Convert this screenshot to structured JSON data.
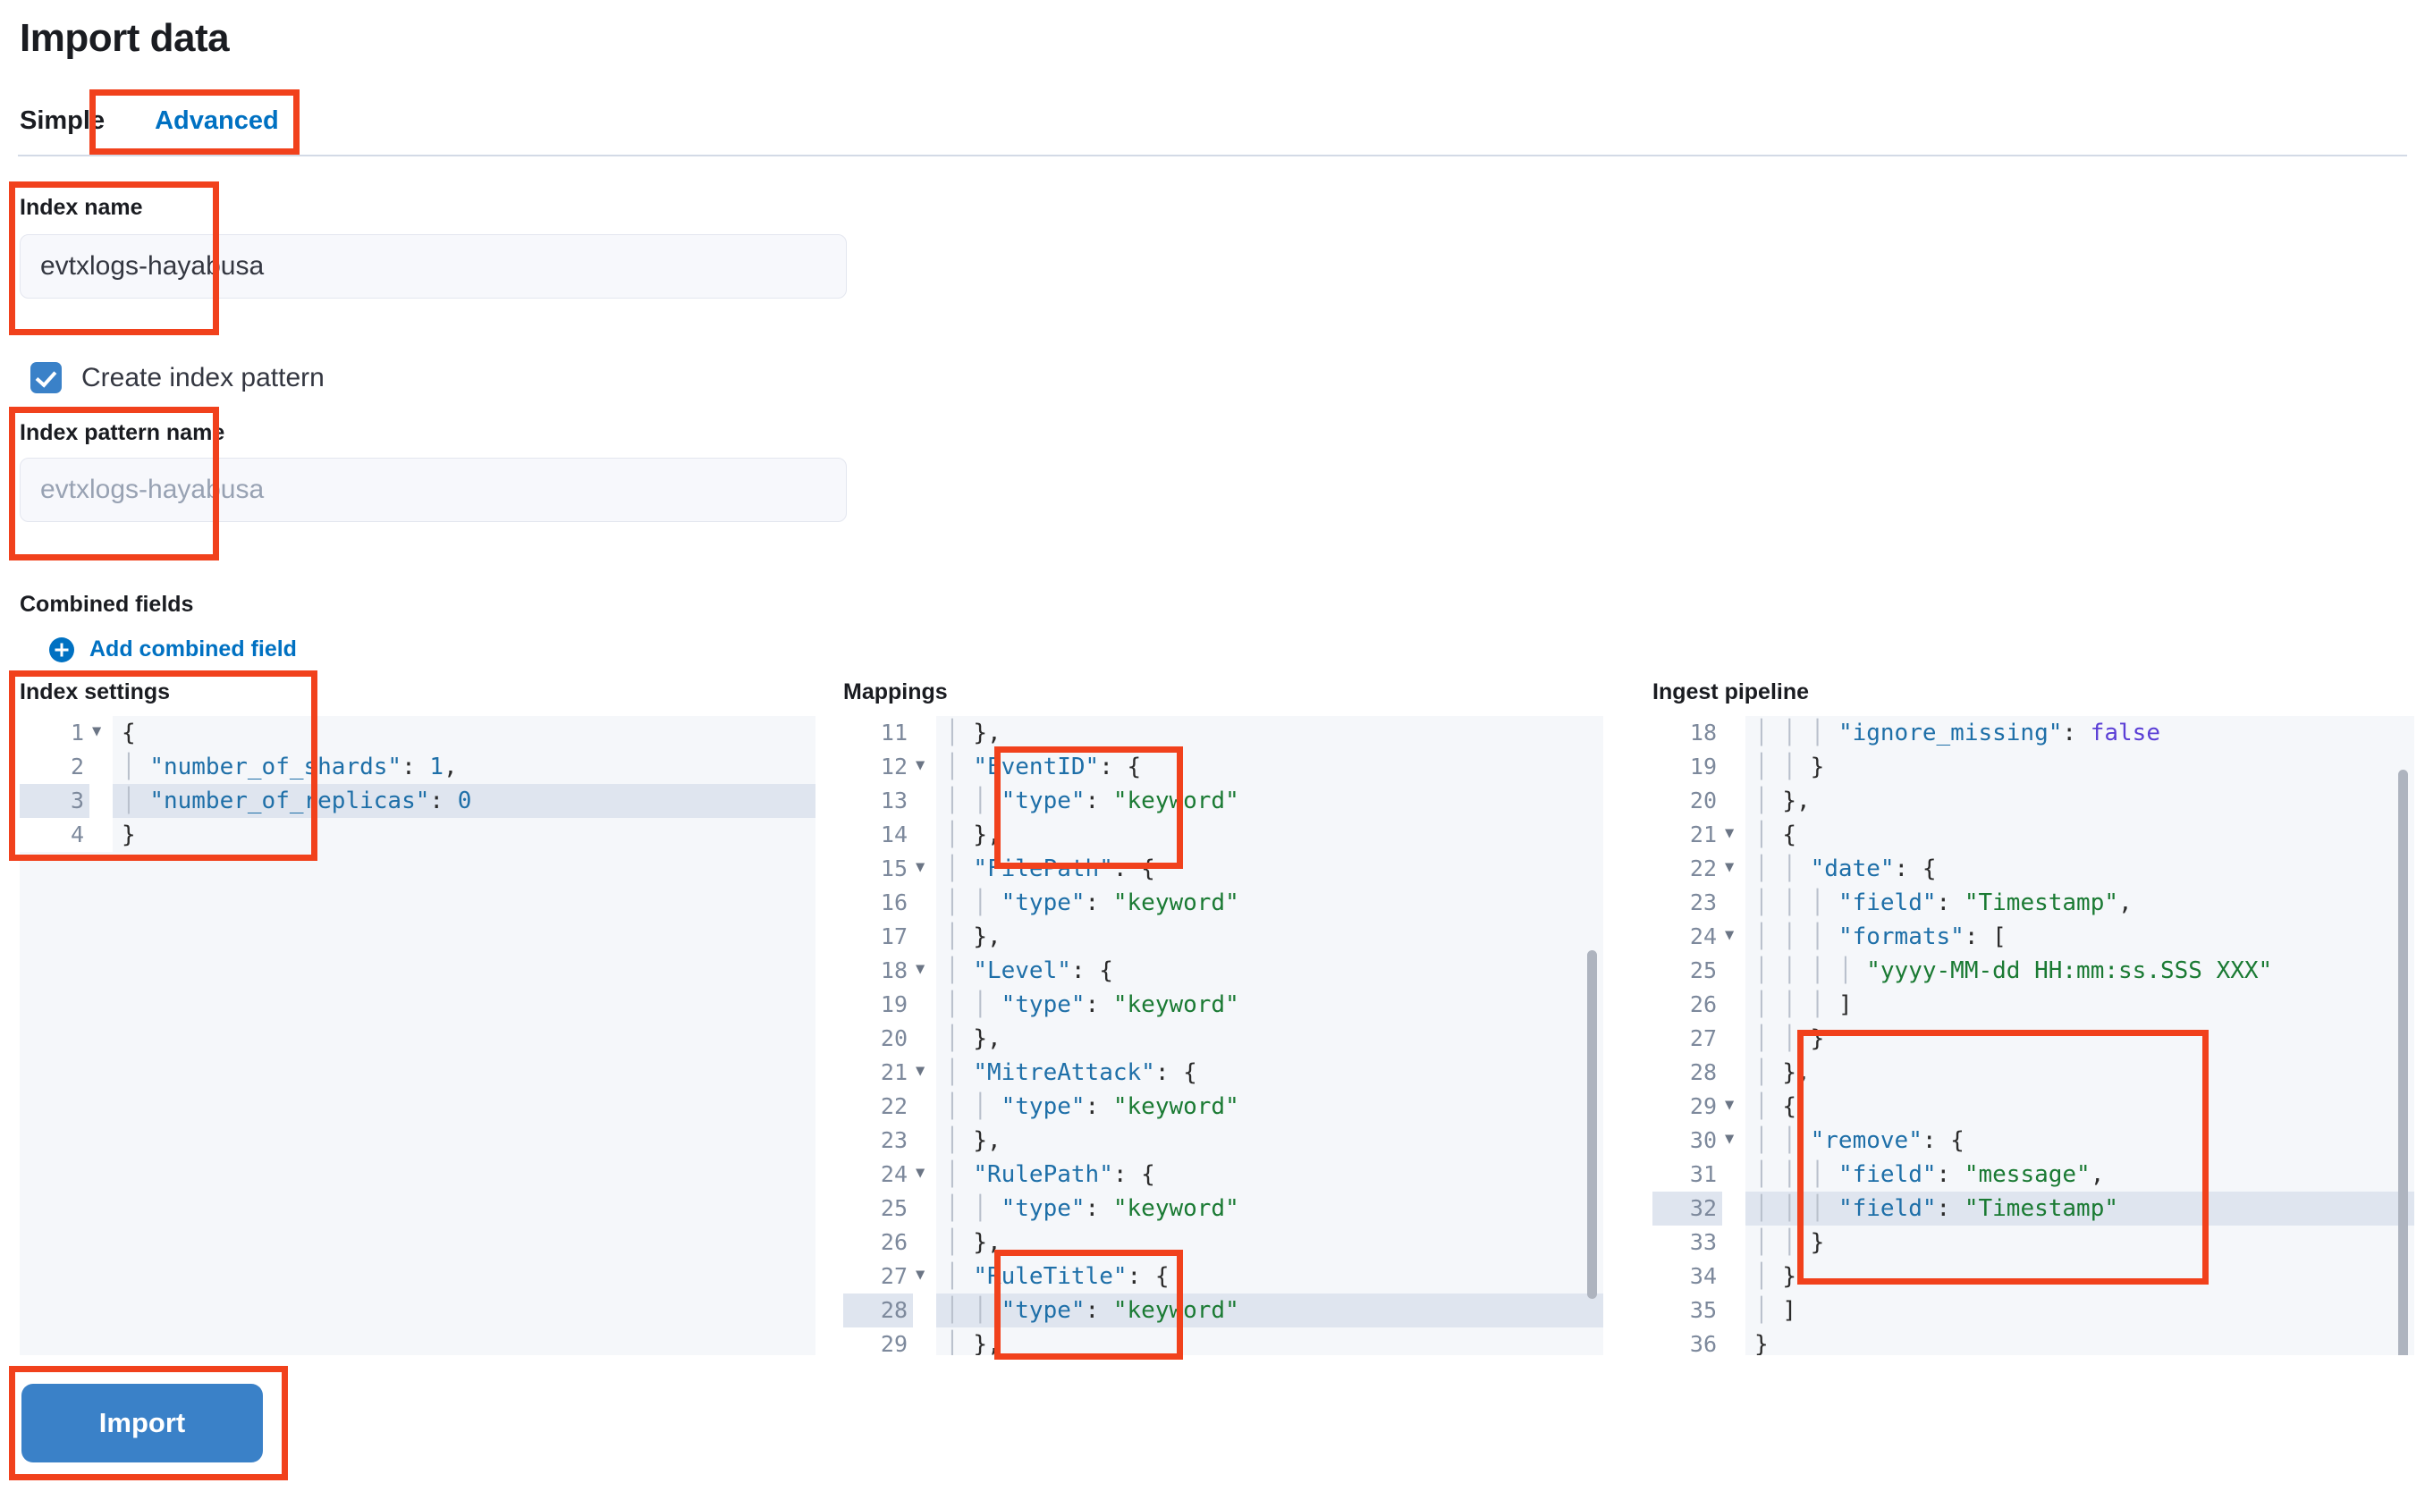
{
  "page": {
    "title": "Import data"
  },
  "tabs": [
    {
      "label": "Simple",
      "active": false
    },
    {
      "label": "Advanced",
      "active": true
    }
  ],
  "form": {
    "index_name": {
      "label": "Index name",
      "value": "evtxlogs-hayabusa"
    },
    "create_index_pattern": {
      "label": "Create index pattern",
      "checked": true
    },
    "index_pattern_name": {
      "label": "Index pattern name",
      "placeholder": "evtxlogs-hayabusa"
    },
    "combined_fields": {
      "label": "Combined fields",
      "add_link": "Add combined field",
      "add_icon": "plus-circle-icon"
    },
    "import_button": "Import"
  },
  "editors": {
    "index_settings": {
      "title": "Index settings",
      "first_line": 1,
      "highlight_line": 3,
      "lines": [
        {
          "n": 1,
          "fold": true,
          "text": "{"
        },
        {
          "n": 2,
          "fold": false,
          "text": "  \"number_of_shards\": 1,"
        },
        {
          "n": 3,
          "fold": false,
          "text": "  \"number_of_replicas\": 0"
        },
        {
          "n": 4,
          "fold": false,
          "text": "}"
        }
      ]
    },
    "mappings": {
      "title": "Mappings",
      "first_line": 11,
      "highlight_line": 28,
      "lines": [
        {
          "n": 11,
          "fold": false,
          "text": "  },"
        },
        {
          "n": 12,
          "fold": true,
          "text": "  \"EventID\": {"
        },
        {
          "n": 13,
          "fold": false,
          "text": "    \"type\": \"keyword\""
        },
        {
          "n": 14,
          "fold": false,
          "text": "  },"
        },
        {
          "n": 15,
          "fold": true,
          "text": "  \"FilePath\": {"
        },
        {
          "n": 16,
          "fold": false,
          "text": "    \"type\": \"keyword\""
        },
        {
          "n": 17,
          "fold": false,
          "text": "  },"
        },
        {
          "n": 18,
          "fold": true,
          "text": "  \"Level\": {"
        },
        {
          "n": 19,
          "fold": false,
          "text": "    \"type\": \"keyword\""
        },
        {
          "n": 20,
          "fold": false,
          "text": "  },"
        },
        {
          "n": 21,
          "fold": true,
          "text": "  \"MitreAttack\": {"
        },
        {
          "n": 22,
          "fold": false,
          "text": "    \"type\": \"keyword\""
        },
        {
          "n": 23,
          "fold": false,
          "text": "  },"
        },
        {
          "n": 24,
          "fold": true,
          "text": "  \"RulePath\": {"
        },
        {
          "n": 25,
          "fold": false,
          "text": "    \"type\": \"keyword\""
        },
        {
          "n": 26,
          "fold": false,
          "text": "  },"
        },
        {
          "n": 27,
          "fold": true,
          "text": "  \"RuleTitle\": {"
        },
        {
          "n": 28,
          "fold": false,
          "text": "    \"type\": \"keyword\""
        },
        {
          "n": 29,
          "fold": false,
          "text": "  },"
        }
      ]
    },
    "ingest_pipeline": {
      "title": "Ingest pipeline",
      "first_line": 18,
      "highlight_line": 32,
      "lines": [
        {
          "n": 18,
          "fold": false,
          "text": "      \"ignore_missing\": false"
        },
        {
          "n": 19,
          "fold": false,
          "text": "    }"
        },
        {
          "n": 20,
          "fold": false,
          "text": "  },"
        },
        {
          "n": 21,
          "fold": true,
          "text": "  {"
        },
        {
          "n": 22,
          "fold": true,
          "text": "    \"date\": {"
        },
        {
          "n": 23,
          "fold": false,
          "text": "      \"field\": \"Timestamp\","
        },
        {
          "n": 24,
          "fold": true,
          "text": "      \"formats\": ["
        },
        {
          "n": 25,
          "fold": false,
          "text": "        \"yyyy-MM-dd HH:mm:ss.SSS XXX\""
        },
        {
          "n": 26,
          "fold": false,
          "text": "      ]"
        },
        {
          "n": 27,
          "fold": false,
          "text": "    }"
        },
        {
          "n": 28,
          "fold": false,
          "text": "  },"
        },
        {
          "n": 29,
          "fold": true,
          "text": "  {"
        },
        {
          "n": 30,
          "fold": true,
          "text": "    \"remove\": {"
        },
        {
          "n": 31,
          "fold": false,
          "text": "      \"field\": \"message\","
        },
        {
          "n": 32,
          "fold": false,
          "text": "      \"field\": \"Timestamp\""
        },
        {
          "n": 33,
          "fold": false,
          "text": "    }"
        },
        {
          "n": 34,
          "fold": false,
          "text": "  }"
        },
        {
          "n": 35,
          "fold": false,
          "text": "  ]"
        },
        {
          "n": 36,
          "fold": false,
          "text": "}"
        }
      ]
    }
  },
  "annotation_color": "#f1411c",
  "accent_color": "#0071c2",
  "primary_button_color": "#3a81c8"
}
